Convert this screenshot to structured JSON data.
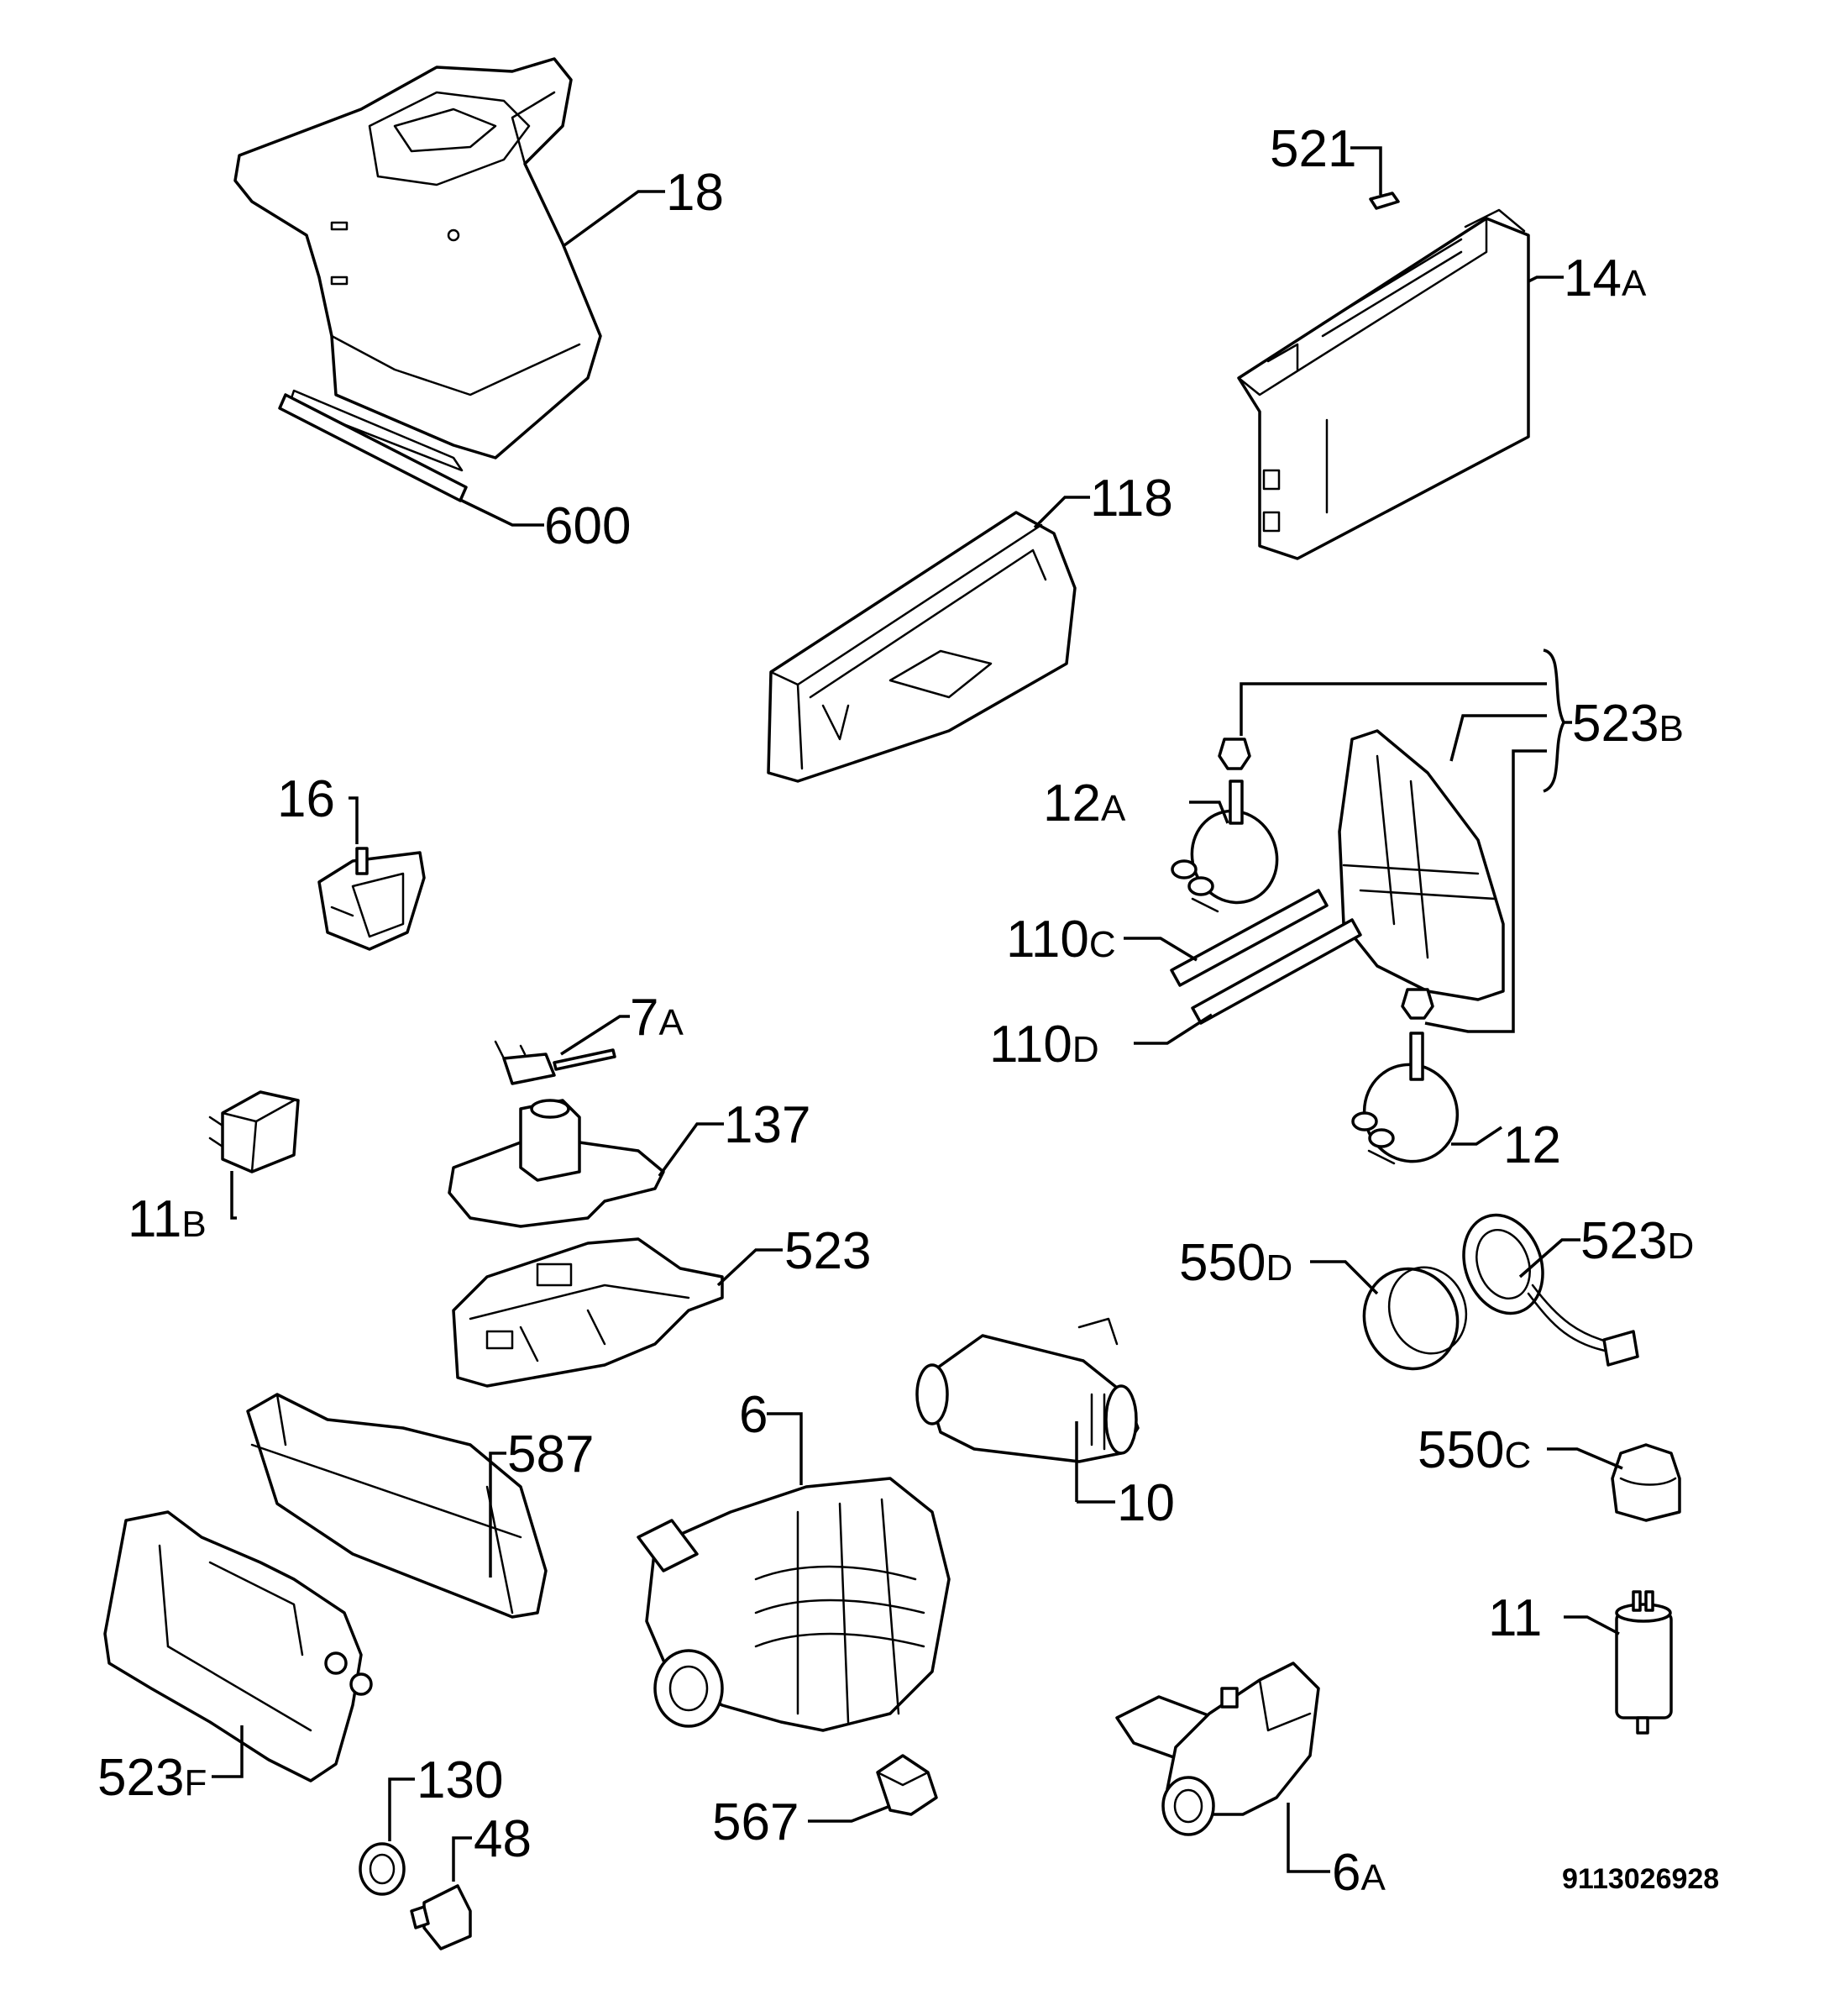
{
  "document_number": "9113026928",
  "labels": {
    "p18": {
      "num": "18",
      "sfx": ""
    },
    "p600": {
      "num": "600",
      "sfx": ""
    },
    "p521": {
      "num": "521",
      "sfx": ""
    },
    "p14a": {
      "num": "14",
      "sfx": "A"
    },
    "p118": {
      "num": "118",
      "sfx": ""
    },
    "p523b": {
      "num": "523",
      "sfx": "B"
    },
    "p12a": {
      "num": "12",
      "sfx": "A"
    },
    "p16": {
      "num": "16",
      "sfx": ""
    },
    "p110c": {
      "num": "110",
      "sfx": "C"
    },
    "p110d": {
      "num": "110",
      "sfx": "D"
    },
    "p7a": {
      "num": "7",
      "sfx": "A"
    },
    "p12": {
      "num": "12",
      "sfx": ""
    },
    "p137": {
      "num": "137",
      "sfx": ""
    },
    "p11b": {
      "num": "11",
      "sfx": "B"
    },
    "p523": {
      "num": "523",
      "sfx": ""
    },
    "p550d": {
      "num": "550",
      "sfx": "D"
    },
    "p523d": {
      "num": "523",
      "sfx": "D"
    },
    "p6": {
      "num": "6",
      "sfx": ""
    },
    "p10": {
      "num": "10",
      "sfx": ""
    },
    "p587": {
      "num": "587",
      "sfx": ""
    },
    "p550c": {
      "num": "550",
      "sfx": "C"
    },
    "p11": {
      "num": "11",
      "sfx": ""
    },
    "p523f": {
      "num": "523",
      "sfx": "F"
    },
    "p130": {
      "num": "130",
      "sfx": ""
    },
    "p48": {
      "num": "48",
      "sfx": ""
    },
    "p567": {
      "num": "567",
      "sfx": ""
    },
    "p6a": {
      "num": "6",
      "sfx": "A"
    }
  }
}
